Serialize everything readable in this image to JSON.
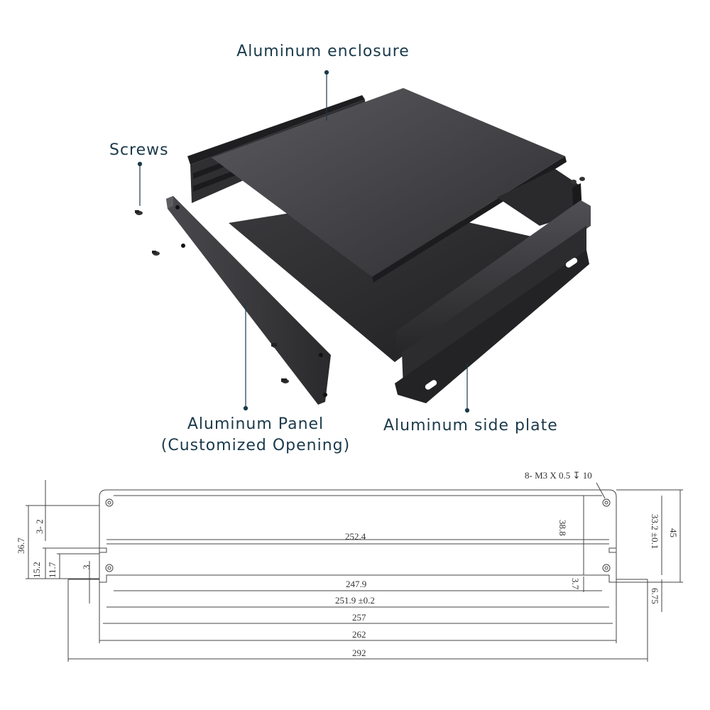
{
  "labels": {
    "enclosure": "Aluminum enclosure",
    "screws": "Screws",
    "panel_line1": "Aluminum Panel",
    "panel_line2": "(Customized Opening)",
    "side_plate": "Aluminum side plate"
  },
  "dimensions": {
    "thread_spec": "8- M3 X 0.5",
    "thread_depth_symbol": "↧",
    "thread_depth": "10",
    "d_252_4": "252.4",
    "d_247_9": "247.9",
    "d_251_9": "251.9 ±0.2",
    "d_257": "257",
    "d_262": "262",
    "d_292": "292",
    "d_38_8": "38.8",
    "d_3_7": "3.7",
    "d_33_2": "33.2 ±0.1",
    "d_45": "45",
    "d_6_75": "6.75",
    "d_36_7": "36.7",
    "d_3_2": "3- 2",
    "d_15_2": "15.2",
    "d_11_7": "11.7",
    "d_3": "3"
  },
  "colors": {
    "label_text": "#1b3a4b",
    "metal_dark": "#2b2b2d",
    "metal_mid": "#3c3c3f",
    "metal_light": "#555559",
    "line": "#444444"
  }
}
